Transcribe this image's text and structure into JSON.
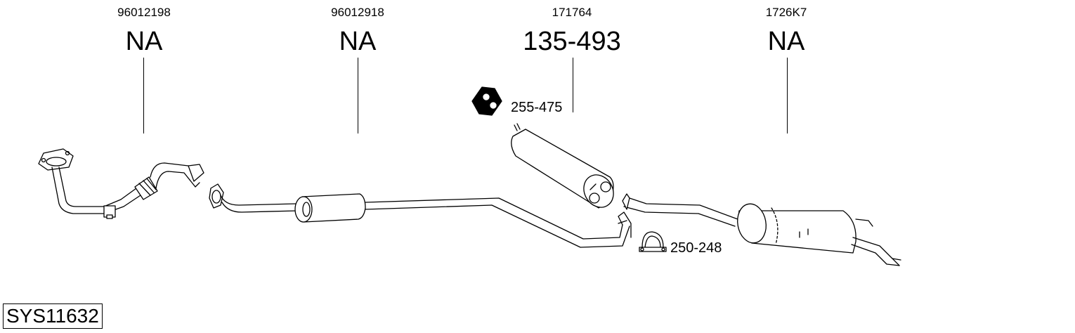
{
  "parts": [
    {
      "part_number": "96012198",
      "code": "NA"
    },
    {
      "part_number": "96012918",
      "code": "NA"
    },
    {
      "part_number": "171764",
      "code": "135-493"
    },
    {
      "part_number": "1726K7",
      "code": "NA"
    }
  ],
  "accessories": [
    {
      "code": "255-475",
      "icon": "rubber-hanger-icon"
    },
    {
      "code": "250-248",
      "icon": "pipe-clamp-icon"
    }
  ],
  "system_id": "SYS11632"
}
